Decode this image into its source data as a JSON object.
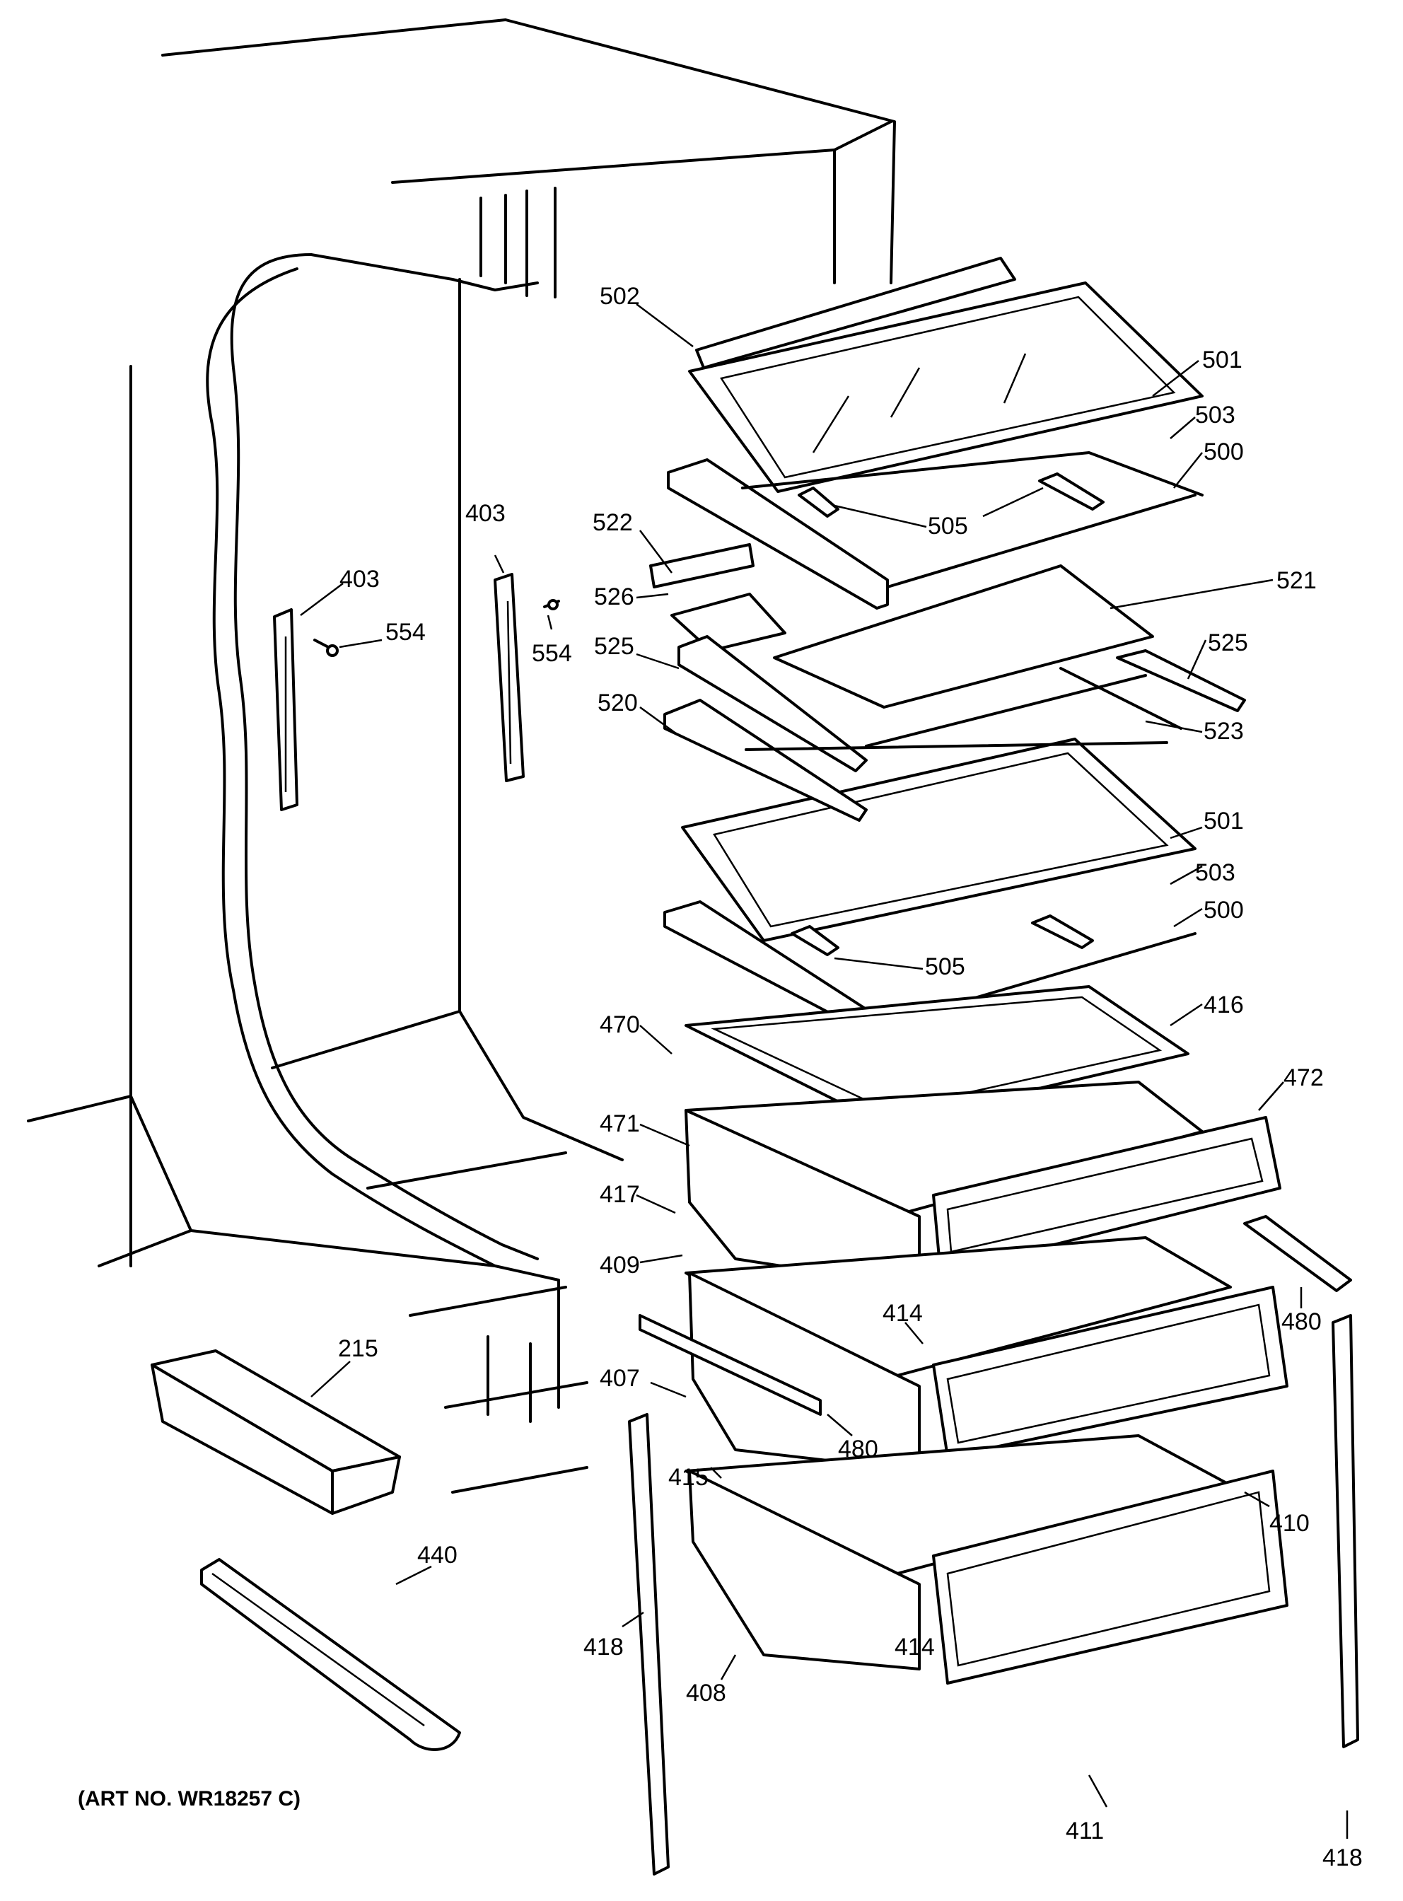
{
  "art_number": "(ART NO. WR18257 C)",
  "callouts": [
    {
      "id": "c502",
      "text": "502"
    },
    {
      "id": "c501a",
      "text": "501"
    },
    {
      "id": "c503a",
      "text": "503"
    },
    {
      "id": "c500a",
      "text": "500"
    },
    {
      "id": "c505a",
      "text": "505"
    },
    {
      "id": "c522",
      "text": "522"
    },
    {
      "id": "c526",
      "text": "526"
    },
    {
      "id": "c521",
      "text": "521"
    },
    {
      "id": "c525a",
      "text": "525"
    },
    {
      "id": "c525b",
      "text": "525"
    },
    {
      "id": "c520",
      "text": "520"
    },
    {
      "id": "c523",
      "text": "523"
    },
    {
      "id": "c501b",
      "text": "501"
    },
    {
      "id": "c503b",
      "text": "503"
    },
    {
      "id": "c500b",
      "text": "500"
    },
    {
      "id": "c505b",
      "text": "505"
    },
    {
      "id": "c416",
      "text": "416"
    },
    {
      "id": "c470",
      "text": "470"
    },
    {
      "id": "c472",
      "text": "472"
    },
    {
      "id": "c471",
      "text": "471"
    },
    {
      "id": "c417",
      "text": "417"
    },
    {
      "id": "c409",
      "text": "409"
    },
    {
      "id": "c414a",
      "text": "414"
    },
    {
      "id": "c480a",
      "text": "480"
    },
    {
      "id": "c407",
      "text": "407"
    },
    {
      "id": "c480b",
      "text": "480"
    },
    {
      "id": "c415",
      "text": "415"
    },
    {
      "id": "c410",
      "text": "410"
    },
    {
      "id": "c414b",
      "text": "414"
    },
    {
      "id": "c418a",
      "text": "418"
    },
    {
      "id": "c408",
      "text": "408"
    },
    {
      "id": "c411",
      "text": "411"
    },
    {
      "id": "c418b",
      "text": "418"
    },
    {
      "id": "c403a",
      "text": "403"
    },
    {
      "id": "c403b",
      "text": "403"
    },
    {
      "id": "c554a",
      "text": "554"
    },
    {
      "id": "c554b",
      "text": "554"
    },
    {
      "id": "c215",
      "text": "215"
    },
    {
      "id": "c440",
      "text": "440"
    }
  ]
}
